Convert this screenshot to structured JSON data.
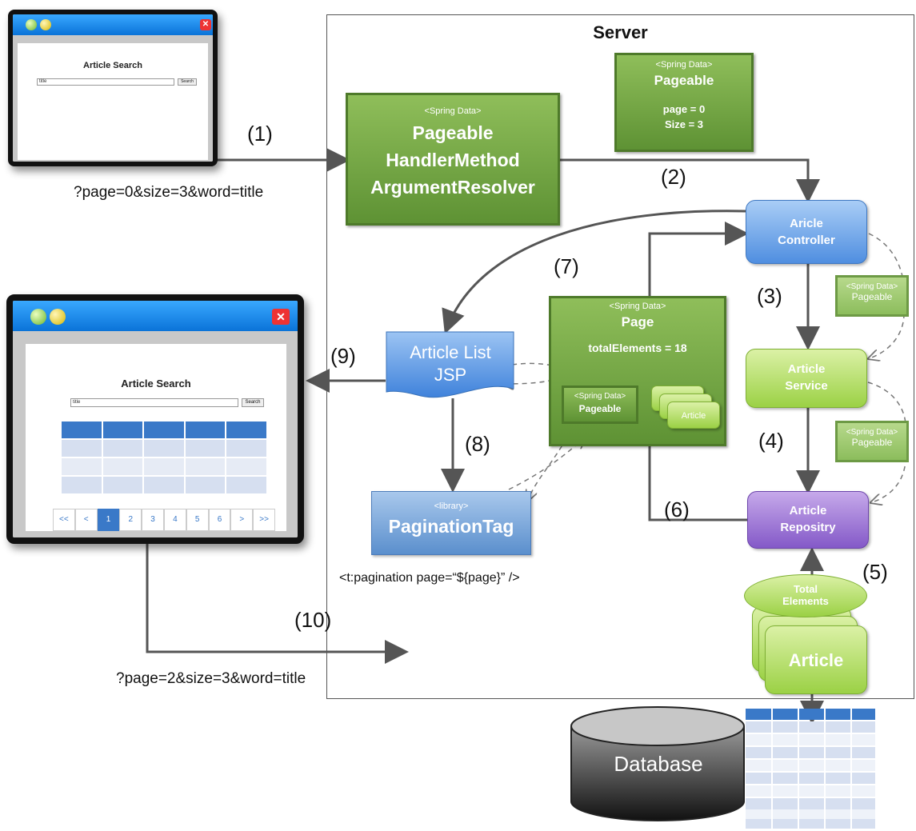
{
  "server": {
    "title": "Server"
  },
  "resolver": {
    "stereotype": "<Spring Data>",
    "line1": "Pageable",
    "line2": "HandlerMethod",
    "line3": "ArgumentResolver"
  },
  "pageable_top": {
    "stereotype": "<Spring Data>",
    "name": "Pageable",
    "page": "page = 0",
    "size": "Size = 3"
  },
  "controller": {
    "line1": "Aricle",
    "line2": "Controller"
  },
  "service": {
    "line1": "Article",
    "line2": "Service"
  },
  "repository": {
    "line1": "Article",
    "line2": "Repositry"
  },
  "pageable_small_1": {
    "stereotype": "<Spring Data>",
    "name": "Pageable"
  },
  "pageable_small_2": {
    "stereotype": "<Spring Data>",
    "name": "Pageable"
  },
  "page_box": {
    "stereotype": "<Spring Data>",
    "name": "Page",
    "total": "totalElements = 18",
    "inner_stereotype": "<Spring Data>",
    "inner_name": "Pageable",
    "article": "Article"
  },
  "jsp": {
    "line1": "Article List",
    "line2": "JSP"
  },
  "pagination_tag": {
    "stereotype": "<library>",
    "name": "PaginationTag",
    "usage": "<t:pagination page=“${page}” />"
  },
  "total_elements": {
    "line1": "Total",
    "line2": "Elements"
  },
  "article_stack": {
    "label": "Article"
  },
  "database": {
    "label": "Database"
  },
  "steps": {
    "s1": "(1)",
    "s2": "(2)",
    "s3": "(3)",
    "s4": "(4)",
    "s5": "(5)",
    "s6": "(6)",
    "s7": "(7)",
    "s8": "(8)",
    "s9": "(9)",
    "s10": "(10)"
  },
  "requests": {
    "first": "?page=0&size=3&word=title",
    "second": "?page=2&size=3&word=title"
  },
  "browser_small": {
    "title": "Article Search",
    "input_value": "title",
    "search_label": "Search"
  },
  "browser_large": {
    "title": "Article Search",
    "input_value": "title",
    "search_label": "Search",
    "pagination": [
      "<<",
      "<",
      "1",
      "2",
      "3",
      "4",
      "5",
      "6",
      ">",
      ">>"
    ],
    "active_page": "1"
  },
  "colors": {
    "spring_green": "#5e9234",
    "controller_blue": "#4f8ee0",
    "service_green": "#9bd145",
    "repository_purple": "#8459c8",
    "titlebar_blue": "#0a73d8",
    "table_header": "#3a79c8"
  }
}
